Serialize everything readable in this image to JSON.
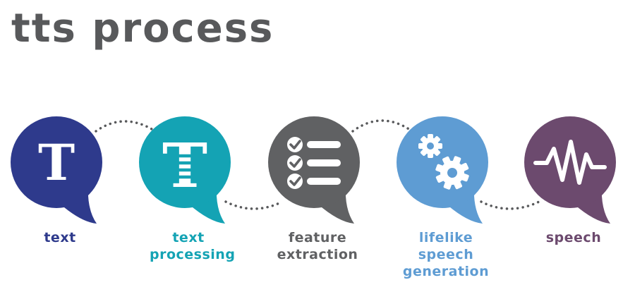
{
  "title": "tts process",
  "connectors": {
    "color": "#58595b",
    "style": "dotted"
  },
  "steps": [
    {
      "label": "text",
      "color": "#2e3a8c",
      "icon": "serif-t-icon"
    },
    {
      "label": "text processing",
      "color": "#14a3b4",
      "icon": "striped-t-icon"
    },
    {
      "label": "feature extraction",
      "color": "#606163",
      "icon": "checklist-icon"
    },
    {
      "label": "lifelike speech generation",
      "color": "#5e9cd3",
      "icon": "gears-icon"
    },
    {
      "label": "speech",
      "color": "#6c4a6e",
      "icon": "waveform-icon"
    }
  ]
}
